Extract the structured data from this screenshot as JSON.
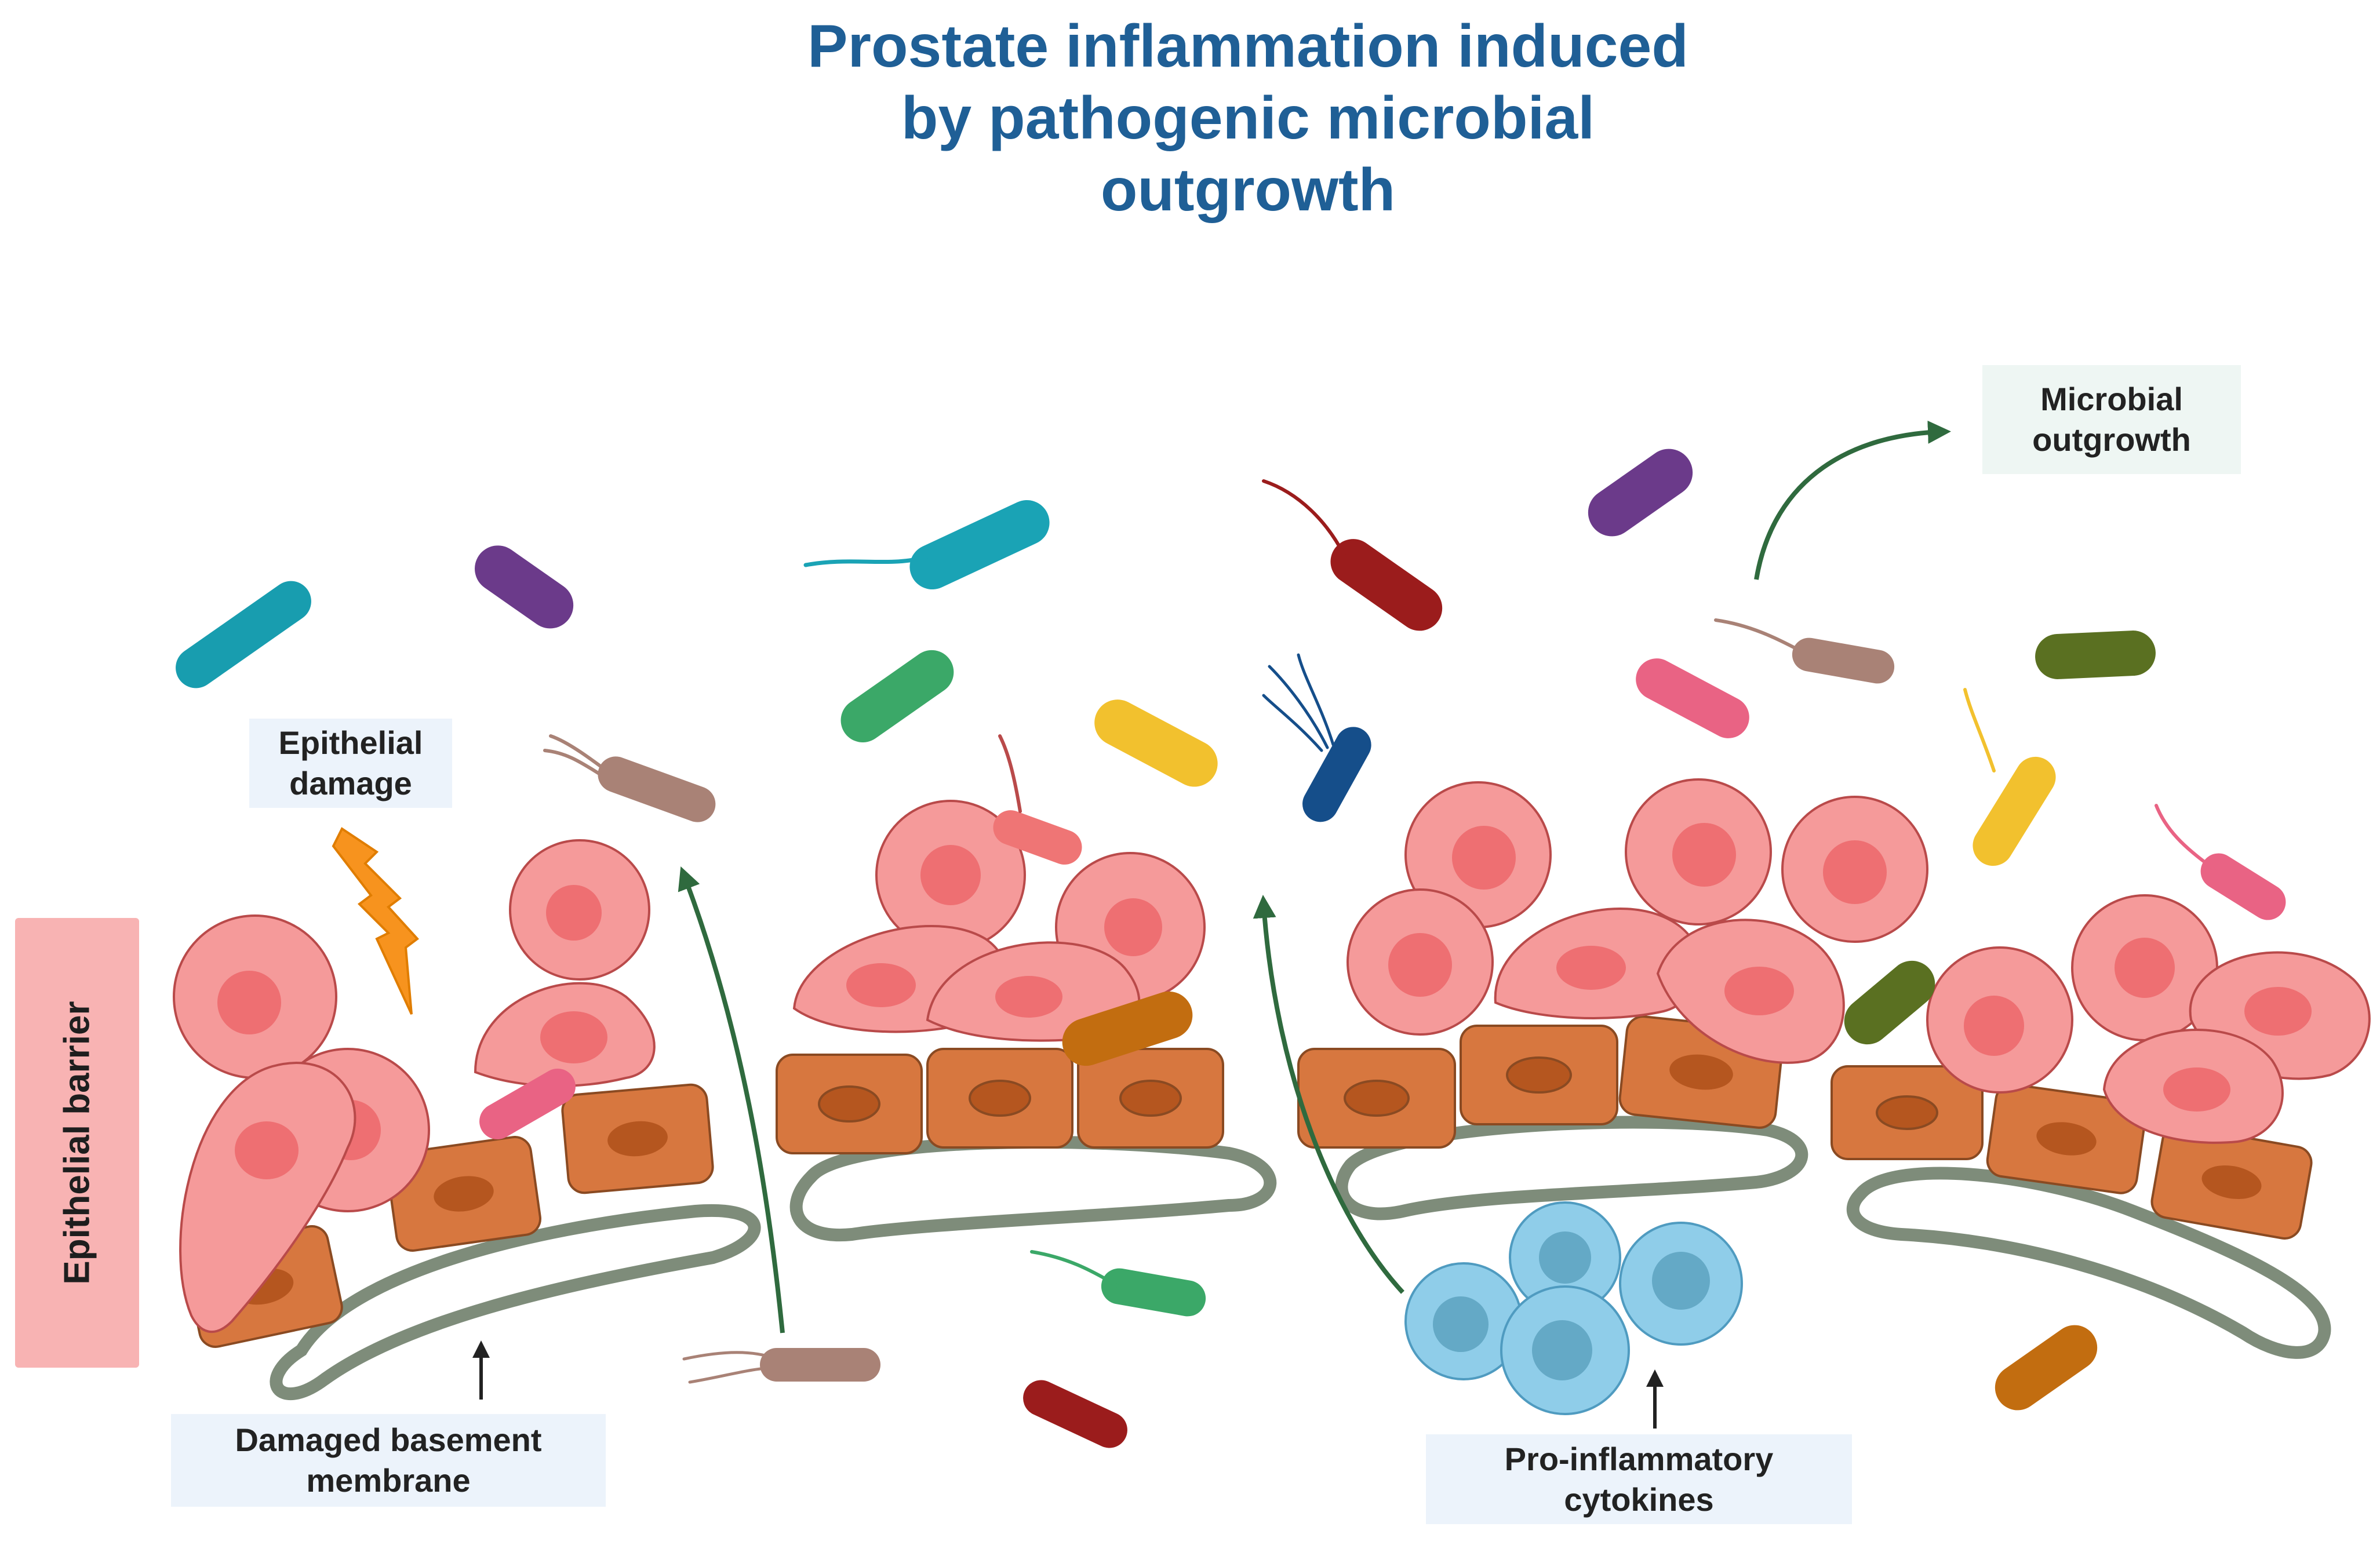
{
  "title": {
    "line1": "Prostate inflammation induced",
    "line2": "by pathogenic microbial",
    "line3": "outgrowth"
  },
  "labels": {
    "epithelial_damage": [
      "Epithelial",
      "damage"
    ],
    "microbial_outgrowth": [
      "Microbial",
      "outgrowth"
    ],
    "epithelial_barrier": "Epithelial barrier",
    "damaged_basement_membrane": [
      "Damaged basement",
      "membrane"
    ],
    "pro_inflammatory_cytokines": [
      "Pro-inflammatory",
      "cytokines"
    ]
  },
  "colors": {
    "title": "#1f5f96",
    "epithelial_cell": "#f59a9a",
    "epithelial_nucleus": "#ee6f72",
    "basal_cell": "#d7773f",
    "basal_nucleus": "#b5561f",
    "membrane": "#7e8c7a",
    "immune_cell": "#8fcde9",
    "immune_nucleus": "#64a9c6",
    "arrow": "#2f6a3e",
    "lightning": "#f7931e",
    "barrier_box": "#f8b3b3"
  },
  "icons": [
    "lightning-icon",
    "bacterium-icon",
    "epithelial-cell-icon",
    "basal-cell-icon",
    "immune-cell-icon",
    "basement-membrane-icon",
    "arrow-icon"
  ]
}
